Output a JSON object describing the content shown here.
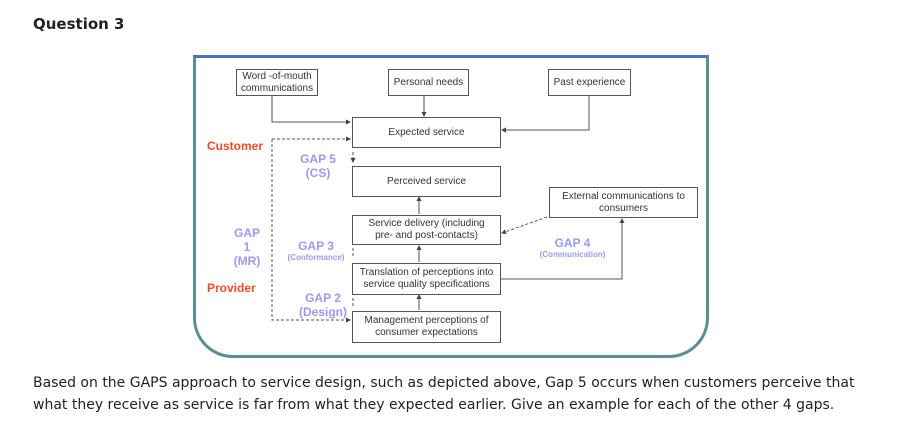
{
  "question_title": "Question 3",
  "diagram": {
    "boxes": {
      "word_of_mouth": "Word -of-mouth communications",
      "personal_needs": "Personal needs",
      "past_experience": "Past experience",
      "expected_service": "Expected  service",
      "perceived_service": "Perceived service",
      "external_comms": "External communications to consumers",
      "service_delivery": "Service delivery (including pre- and post-contacts)",
      "translation": "Translation of perceptions into service quality specifications",
      "management": "Management perceptions of consumer expectations"
    },
    "labels": {
      "customer": "Customer",
      "provider": "Provider",
      "gap5": "GAP 5",
      "gap5_sub": "(CS)",
      "gap1": "GAP 1",
      "gap1_sub": "(MR)",
      "gap3": "GAP 3",
      "gap3_sub": "(Conformance)",
      "gap2": "GAP 2",
      "gap2_sub": "(Design)",
      "gap4": "GAP 4",
      "gap4_sub": "(Communication)"
    },
    "colors": {
      "customer_provider": "#f04a2a",
      "gap": "#9a9af0",
      "frame_border": "#5a8f8c",
      "frame_top": "#4a72c4"
    }
  },
  "question_text": "Based on the GAPS approach to service design, such as depicted above, Gap 5 occurs when customers perceive that what they receive as service is far from what they expected earlier. Give an example for each of the other 4 gaps."
}
